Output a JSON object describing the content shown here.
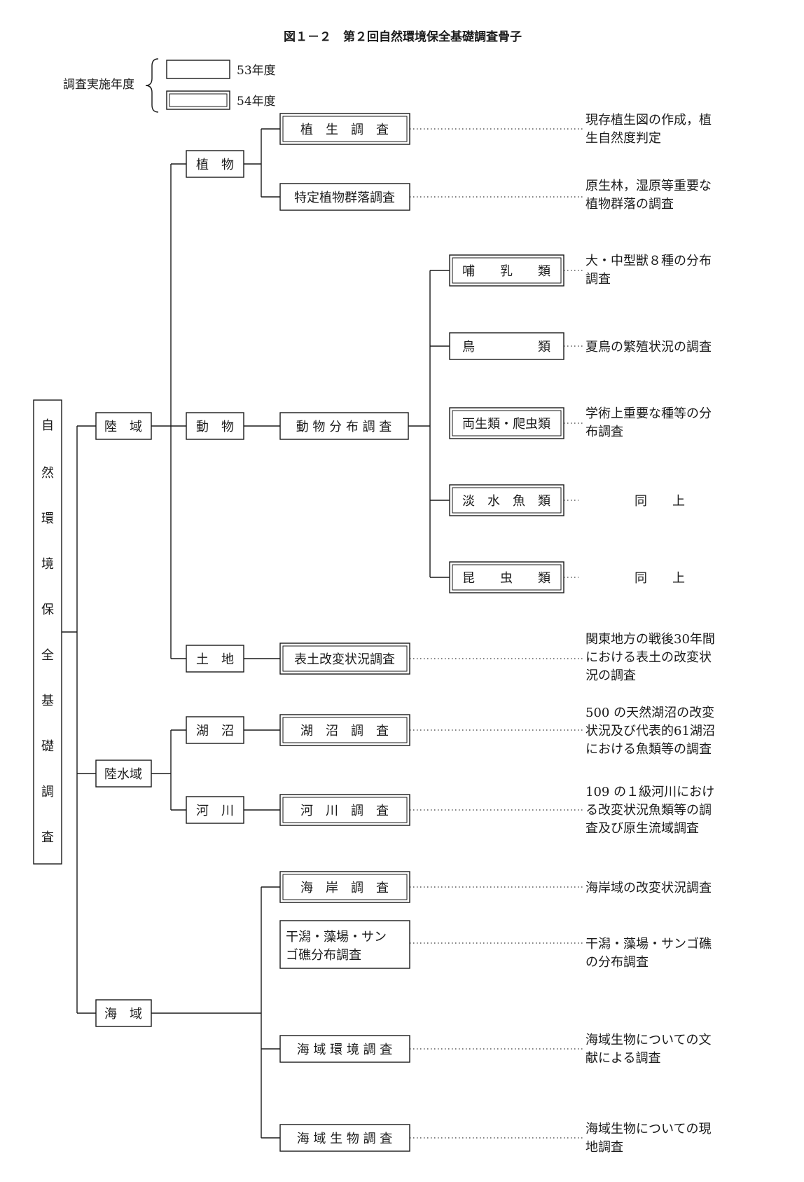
{
  "title": "図１－２　第２回自然環境保全基礎調査骨子",
  "legend": {
    "label": "調査実施年度",
    "item_53": "53年度",
    "item_54": "54年度"
  },
  "root": [
    "自",
    "然",
    "環",
    "境",
    "保",
    "全",
    "基",
    "礎",
    "調",
    "査"
  ],
  "domains": {
    "land": "陸　域",
    "inland_water": "陸水域",
    "sea": "海　域"
  },
  "categories": {
    "plants": "植　物",
    "animals": "動　物",
    "soil": "土　地",
    "lakes": "湖　沼",
    "rivers": "河　川"
  },
  "surveys": {
    "vegetation": "植　生　調　査",
    "plant_communities": "特定植物群落調査",
    "animal_distribution": "動 物 分 布 調 査",
    "topsoil": "表土改変状況調査",
    "lake_survey": "湖　沼　調　査",
    "river_survey": "河　川　調　査",
    "coast_survey": "海　岸　調　査",
    "tidal_flats": [
      "干潟・藻場・サン",
      "ゴ礁分布調査"
    ],
    "marine_environment": "海 域 環 境 調 査",
    "marine_biology": "海 域 生 物 調 査"
  },
  "animal_groups": {
    "mammals": "哺　　乳　　類",
    "birds": "鳥　　　　　類",
    "amphibians_reptiles": "両生類・爬虫類",
    "freshwater_fish": "淡　水　魚　類",
    "insects": "昆　　虫　　類"
  },
  "descriptions": {
    "vegetation": [
      "現存植生図の作成，植",
      "生自然度判定"
    ],
    "plant_communities": [
      "原生林，湿原等重要な",
      "植物群落の調査"
    ],
    "mammals": [
      "大・中型獣８種の分布",
      "調査"
    ],
    "birds": [
      "夏鳥の繁殖状況の調査"
    ],
    "amphibians_reptiles": [
      "学術上重要な種等の分",
      "布調査"
    ],
    "freshwater_fish": [
      "同　　上"
    ],
    "insects": [
      "同　　上"
    ],
    "topsoil": [
      "関東地方の戦後30年間",
      "における表土の改変状",
      "況の調査"
    ],
    "lake_survey": [
      "500 の天然湖沼の改変",
      "状況及び代表的61湖沼",
      "における魚類等の調査"
    ],
    "river_survey": [
      "109 の１級河川におけ",
      "る改変状況魚類等の調",
      "査及び原生流域調査"
    ],
    "coast_survey": [
      "海岸域の改変状況調査"
    ],
    "tidal_flats": [
      "干潟・藻場・サンゴ礁",
      "の分布調査"
    ],
    "marine_environment": [
      "海域生物についての文",
      "献による調査"
    ],
    "marine_biology": [
      "海域生物についての現",
      "地調査"
    ]
  }
}
